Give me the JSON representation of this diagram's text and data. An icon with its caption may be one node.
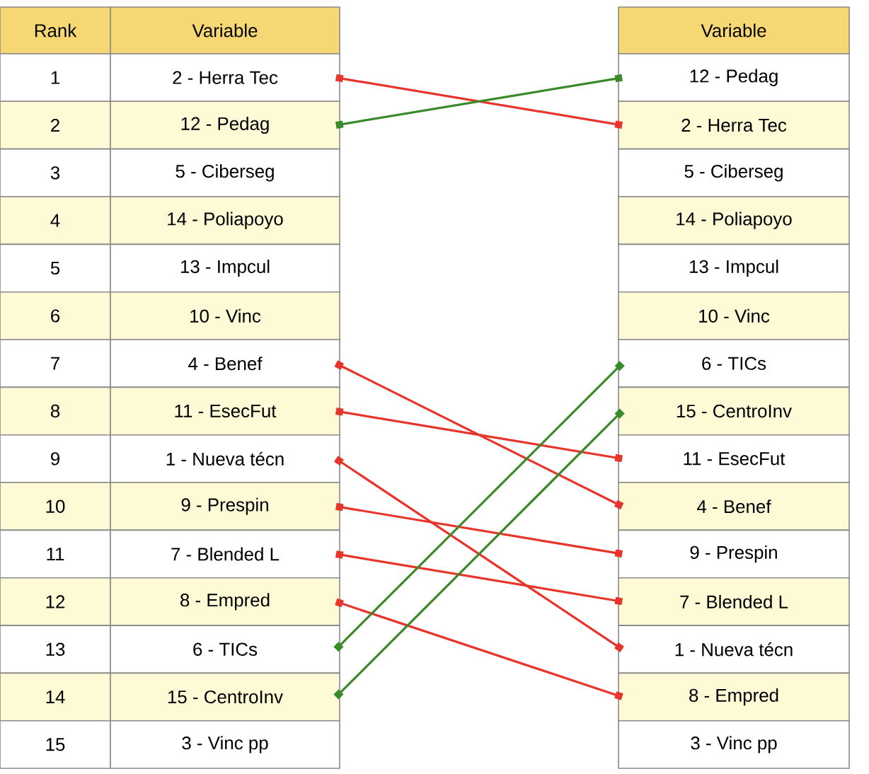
{
  "diagram": {
    "nodes": [
      {
        "text": [
          "Rank"
        ]
      },
      {
        "text": [
          "Variable"
        ]
      },
      {
        "text": [
          "Variable"
        ]
      },
      {
        "text": [
          "1"
        ]
      },
      {
        "text": [
          "2 - Herra Tec"
        ]
      },
      {
        "text": [
          "12 - Pedag"
        ]
      },
      {
        "text": [
          "2"
        ]
      },
      {
        "text": [
          "12 - Pedag"
        ]
      },
      {
        "text": [
          "2 - Herra Tec"
        ]
      },
      {
        "text": [
          "3"
        ]
      },
      {
        "text": [
          "5 - Ciberseg"
        ]
      },
      {
        "text": [
          "5 - Ciberseg"
        ]
      },
      {
        "text": [
          "4"
        ]
      },
      {
        "text": [
          "14 - Poliapoyo"
        ]
      },
      {
        "text": [
          "14 - Poliapoyo"
        ]
      },
      {
        "text": [
          "5"
        ]
      },
      {
        "text": [
          "13 - Impcul"
        ]
      },
      {
        "text": [
          "13 - Impcul"
        ]
      },
      {
        "text": [
          "6"
        ]
      },
      {
        "text": [
          "10 - Vinc"
        ]
      },
      {
        "text": [
          "10 - Vinc"
        ]
      },
      {
        "text": [
          "7"
        ]
      },
      {
        "text": [
          "4 - Benef"
        ]
      },
      {
        "text": [
          "6 - TICs"
        ]
      },
      {
        "text": [
          "8"
        ]
      },
      {
        "text": [
          "11 - EsecFut"
        ]
      },
      {
        "text": [
          "15 - CentroInv"
        ]
      },
      {
        "text": [
          "9"
        ]
      },
      {
        "text": [
          "1 - Nueva técn"
        ]
      },
      {
        "text": [
          "11 - EsecFut"
        ]
      },
      {
        "text": [
          "10"
        ]
      },
      {
        "text": [
          "9 - Prespin"
        ]
      },
      {
        "text": [
          "4 - Benef"
        ]
      },
      {
        "text": [
          "11"
        ]
      },
      {
        "text": [
          "7 - Blended L"
        ]
      },
      {
        "text": [
          "9 - Prespin"
        ]
      },
      {
        "text": [
          "12"
        ]
      },
      {
        "text": [
          "8 - Empred"
        ]
      },
      {
        "text": [
          "7 - Blended L"
        ]
      },
      {
        "text": [
          "13"
        ]
      },
      {
        "text": [
          "6 - TICs"
        ]
      },
      {
        "text": [
          "1 - Nueva técn"
        ]
      },
      {
        "text": [
          "14"
        ]
      },
      {
        "text": [
          "15 - CentroInv"
        ]
      },
      {
        "text": [
          "8 - Empred"
        ]
      },
      {
        "text": [
          "15"
        ]
      },
      {
        "text": [
          "3 - Vinc pp"
        ]
      },
      {
        "text": [
          "3 - Vinc pp"
        ]
      }
    ],
    "edges": [
      {
        "from": 4,
        "to": 8,
        "arrow": "other"
      },
      {
        "from": 7,
        "to": 5,
        "arrow": "other",
        "color": "#3a8a2a"
      },
      {
        "from": 22,
        "to": 32,
        "arrow": "other"
      },
      {
        "from": 25,
        "to": 29,
        "arrow": "other"
      },
      {
        "from": 28,
        "to": 41,
        "arrow": "other"
      },
      {
        "from": 31,
        "to": 35,
        "arrow": "other"
      },
      {
        "from": 34,
        "to": 38,
        "arrow": "other"
      },
      {
        "from": 37,
        "to": 44,
        "arrow": "other"
      },
      {
        "from": 40,
        "to": 23,
        "arrow": "other",
        "color": "#3a8a2a"
      },
      {
        "from": 43,
        "to": 26,
        "arrow": "other",
        "color": "#3a8a2a"
      }
    ]
  }
}
